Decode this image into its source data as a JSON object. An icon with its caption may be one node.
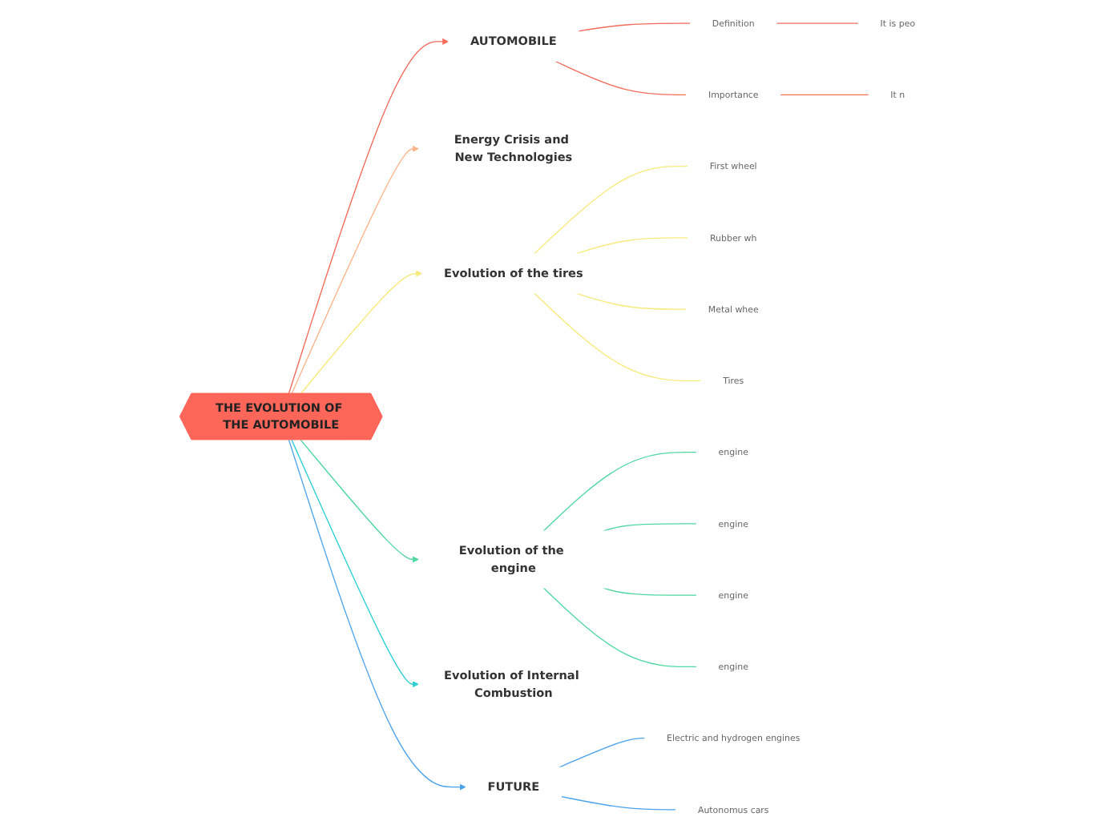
{
  "diagram": {
    "nodes": [
      {
        "text": [
          "THE EVOLUTION OF THE AUTOMOBILE"
        ]
      },
      {
        "text": [
          "AUTOMOBILE"
        ]
      },
      {
        "text": [
          "Definition"
        ]
      },
      {
        "text": [
          "It is peo"
        ]
      },
      {
        "text": [
          "Importance"
        ]
      },
      {
        "text": [
          "It n"
        ]
      },
      {
        "text": [
          "Energy Crisis and New Technologies"
        ]
      },
      {
        "text": [
          "Evolution of the tires"
        ]
      },
      {
        "text": [
          "First wheel"
        ]
      },
      {
        "text": [
          "Rubber wh"
        ]
      },
      {
        "text": [
          "Metal whee"
        ]
      },
      {
        "text": [
          "Tires"
        ]
      },
      {
        "text": [
          "Evolution of the engine"
        ]
      },
      {
        "text": [
          "engine"
        ]
      },
      {
        "text": [
          "engine"
        ]
      },
      {
        "text": [
          "engine"
        ]
      },
      {
        "text": [
          "engine"
        ]
      },
      {
        "text": [
          "Evolution of Internal Combustion"
        ]
      },
      {
        "text": [
          "FUTURE"
        ]
      },
      {
        "text": [
          "Electric and hydrogen engines"
        ]
      },
      {
        "text": [
          "Autonomus cars"
        ]
      }
    ],
    "edges": [
      {
        "from": 0,
        "to": 1,
        "arrow": "to",
        "color": "#f26b5b"
      },
      {
        "from": 1,
        "to": 2,
        "arrow": "none",
        "color": "#f26b5b"
      },
      {
        "from": 2,
        "to": 3,
        "arrow": "none",
        "color": "#f26b5b"
      },
      {
        "from": 1,
        "to": 4,
        "arrow": "none",
        "color": "#f26b5b"
      },
      {
        "from": 4,
        "to": 5,
        "arrow": "none",
        "color": "#f26b5b"
      },
      {
        "from": 0,
        "to": 6,
        "arrow": "to",
        "color": "#ffb48a"
      },
      {
        "from": 0,
        "to": 7,
        "arrow": "to",
        "color": "#f7ea7c"
      },
      {
        "from": 7,
        "to": 8,
        "arrow": "none",
        "color": "#f7ea7c"
      },
      {
        "from": 7,
        "to": 9,
        "arrow": "none",
        "color": "#f7ea7c"
      },
      {
        "from": 7,
        "to": 10,
        "arrow": "none",
        "color": "#f7ea7c"
      },
      {
        "from": 7,
        "to": 11,
        "arrow": "none",
        "color": "#f7ea7c"
      },
      {
        "from": 0,
        "to": 12,
        "arrow": "to",
        "color": "#4ed8a0"
      },
      {
        "from": 12,
        "to": 13,
        "arrow": "none",
        "color": "#4ed8a0"
      },
      {
        "from": 12,
        "to": 14,
        "arrow": "none",
        "color": "#4ed8a0"
      },
      {
        "from": 12,
        "to": 15,
        "arrow": "none",
        "color": "#4ed8a0"
      },
      {
        "from": 12,
        "to": 16,
        "arrow": "none",
        "color": "#4ed8a0"
      },
      {
        "from": 0,
        "to": 17,
        "arrow": "to",
        "color": "#2dcfd6"
      },
      {
        "from": 0,
        "to": 18,
        "arrow": "to",
        "color": "#4aa3ee"
      },
      {
        "from": 18,
        "to": 19,
        "arrow": "none",
        "color": "#4aa3ee"
      },
      {
        "from": 18,
        "to": 20,
        "arrow": "none",
        "color": "#4aa3ee"
      }
    ]
  }
}
